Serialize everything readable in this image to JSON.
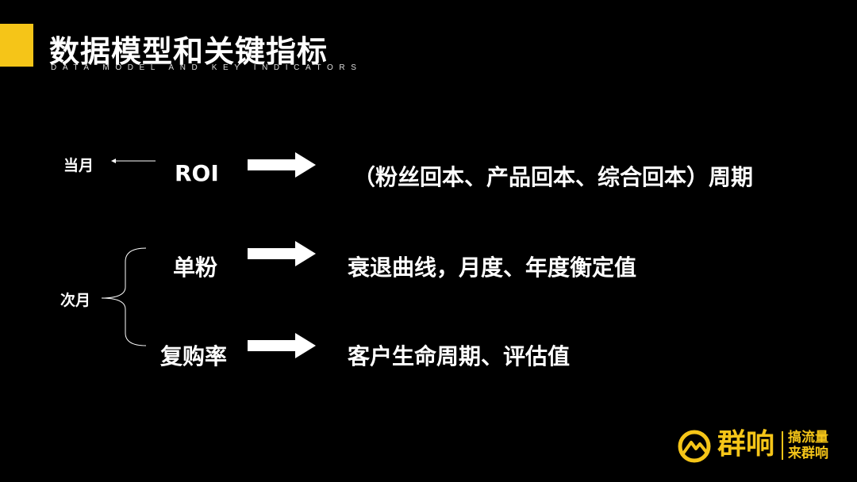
{
  "header": {
    "title": "数据模型和关键指标",
    "subtitle": "DATA MODEL AND KEY INDICATORS",
    "accent_color": "#F5C518"
  },
  "labels": {
    "current_month": "当月",
    "next_month": "次月"
  },
  "rows": [
    {
      "metric": "ROI",
      "description": "（粉丝回本、产品回本、综合回本）周期"
    },
    {
      "metric": "单粉",
      "description": "衰退曲线，月度、年度衡定值"
    },
    {
      "metric": "复购率",
      "description": "客户生命周期、评估值"
    }
  ],
  "logo": {
    "name": "群响",
    "slogan_line1": "搞流量",
    "slogan_line2": "来群响",
    "color": "#F5C518",
    "icon": "mountain-circle-icon"
  }
}
